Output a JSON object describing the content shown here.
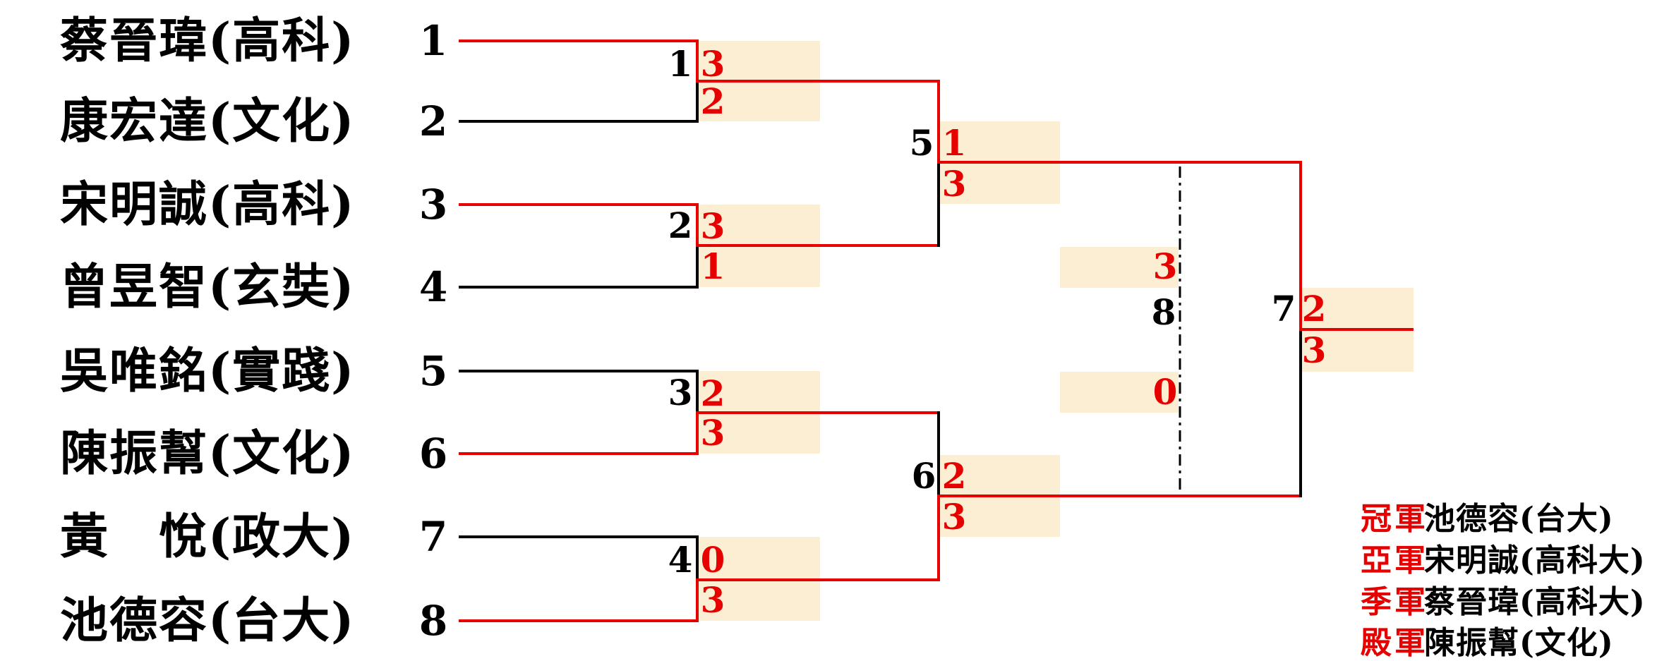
{
  "colors": {
    "red": "#e60000",
    "black": "#000000",
    "score_box": "#fbeed3"
  },
  "players": [
    {
      "seed": "1",
      "name": "蔡晉瑋(高科)"
    },
    {
      "seed": "2",
      "name": "康宏達(文化)"
    },
    {
      "seed": "3",
      "name": "宋明誠(高科)"
    },
    {
      "seed": "4",
      "name": "曾昱智(玄奘)"
    },
    {
      "seed": "5",
      "name": "吳唯銘(實踐)"
    },
    {
      "seed": "6",
      "name": "陳振幫(文化)"
    },
    {
      "seed": "7",
      "name": "黃　悅(政大)"
    },
    {
      "seed": "8",
      "name": "池德容(台大)"
    }
  ],
  "matches": [
    {
      "label": "1",
      "top_score": "3",
      "bottom_score": "2"
    },
    {
      "label": "2",
      "top_score": "3",
      "bottom_score": "1"
    },
    {
      "label": "3",
      "top_score": "2",
      "bottom_score": "3"
    },
    {
      "label": "4",
      "top_score": "0",
      "bottom_score": "3"
    },
    {
      "label": "5",
      "top_score": "1",
      "bottom_score": "3"
    },
    {
      "label": "6",
      "top_score": "2",
      "bottom_score": "3"
    },
    {
      "label": "7",
      "top_score": "2",
      "bottom_score": "3"
    },
    {
      "label": "8",
      "top_score": "3",
      "bottom_score": "0"
    }
  ],
  "results": [
    {
      "rank": "冠軍",
      "player": "池德容(台大)"
    },
    {
      "rank": "亞軍",
      "player": "宋明誠(高科大)"
    },
    {
      "rank": "季軍",
      "player": "蔡晉瑋(高科大)"
    },
    {
      "rank": "殿軍",
      "player": "陳振幫(文化)"
    }
  ]
}
